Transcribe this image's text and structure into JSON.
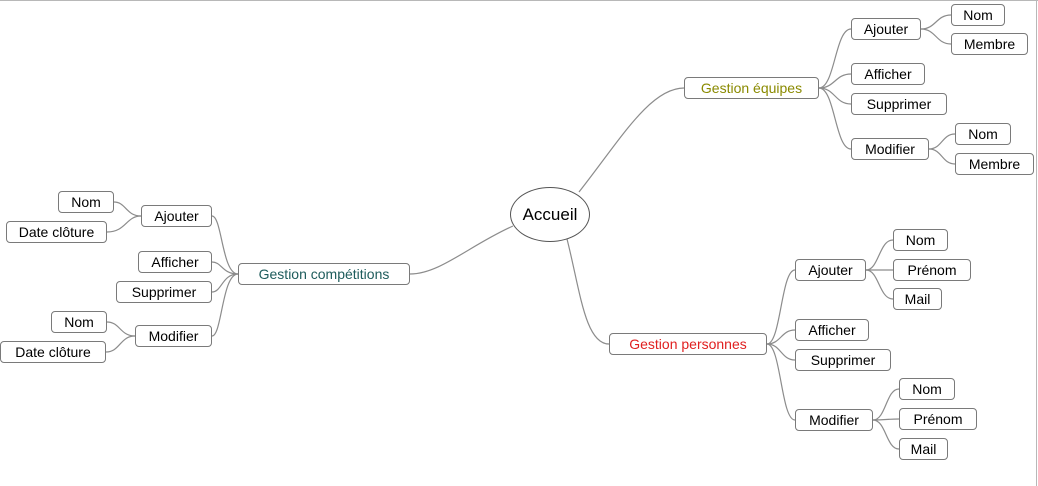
{
  "mindmap": {
    "root": "Accueil",
    "colors": {
      "line": "#8c8c8c",
      "gestion_equipes": "#8a8a00",
      "gestion_competitions": "#1e5c5c",
      "gestion_personnes": "#e02020"
    },
    "gestion_equipes": {
      "label": "Gestion équipes",
      "ajouter": {
        "label": "Ajouter",
        "nom": "Nom",
        "membre": "Membre"
      },
      "afficher": "Afficher",
      "supprimer": "Supprimer",
      "modifier": {
        "label": "Modifier",
        "nom": "Nom",
        "membre": "Membre"
      }
    },
    "gestion_competitions": {
      "label": "Gestion compétitions",
      "ajouter": {
        "label": "Ajouter",
        "nom": "Nom",
        "date_cloture": "Date clôture"
      },
      "afficher": "Afficher",
      "supprimer": "Supprimer",
      "modifier": {
        "label": "Modifier",
        "nom": "Nom",
        "date_cloture": "Date clôture"
      }
    },
    "gestion_personnes": {
      "label": "Gestion personnes",
      "ajouter": {
        "label": "Ajouter",
        "nom": "Nom",
        "prenom": "Prénom",
        "mail": "Mail"
      },
      "afficher": "Afficher",
      "supprimer": "Supprimer",
      "modifier": {
        "label": "Modifier",
        "nom": "Nom",
        "prenom": "Prénom",
        "mail": "Mail"
      }
    }
  }
}
